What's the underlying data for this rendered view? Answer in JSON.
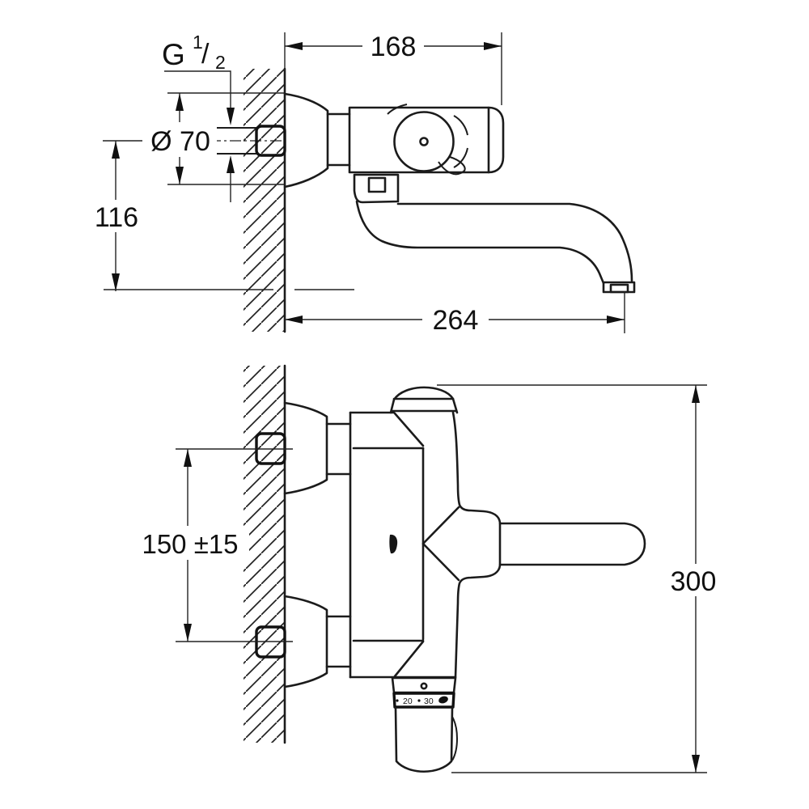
{
  "drawing": {
    "side_view": {
      "thread_label": {
        "prefix": "G",
        "numerator": "1",
        "slash": "/",
        "denominator": "2"
      },
      "escutcheon_diameter": "Ø 70",
      "outlet_drop": "116",
      "projection": "168",
      "spout_reach": "264"
    },
    "front_view": {
      "inlet_spacing": "150 ±15",
      "overall_height": "300",
      "temperature_ticks": [
        "20",
        "30"
      ]
    }
  }
}
